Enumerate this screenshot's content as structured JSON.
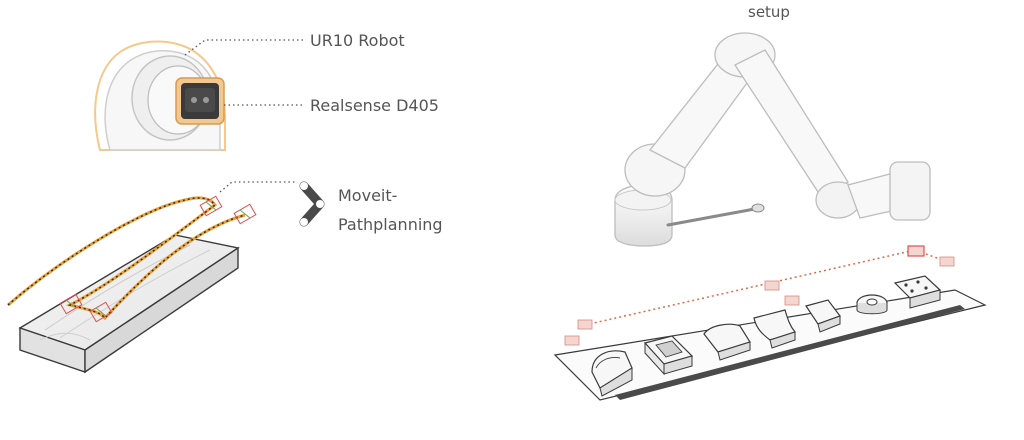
{
  "labels": {
    "robot": "UR10 Robot",
    "camera": "Realsense D405",
    "moveit_line1": "Moveit-",
    "moveit_line2": "Pathplanning",
    "setup": "setup"
  },
  "colors": {
    "ink": "#555555",
    "line": "#3a3a3a",
    "path_orange": "#e8a23a",
    "path_dark": "#3b2a1a",
    "dotted_red": "#e0684a",
    "halo": "#f6c98a",
    "marker_red": "#e05050",
    "marker_green": "#6aa060"
  },
  "icons": {
    "moveit": "moveit-logo-icon"
  }
}
